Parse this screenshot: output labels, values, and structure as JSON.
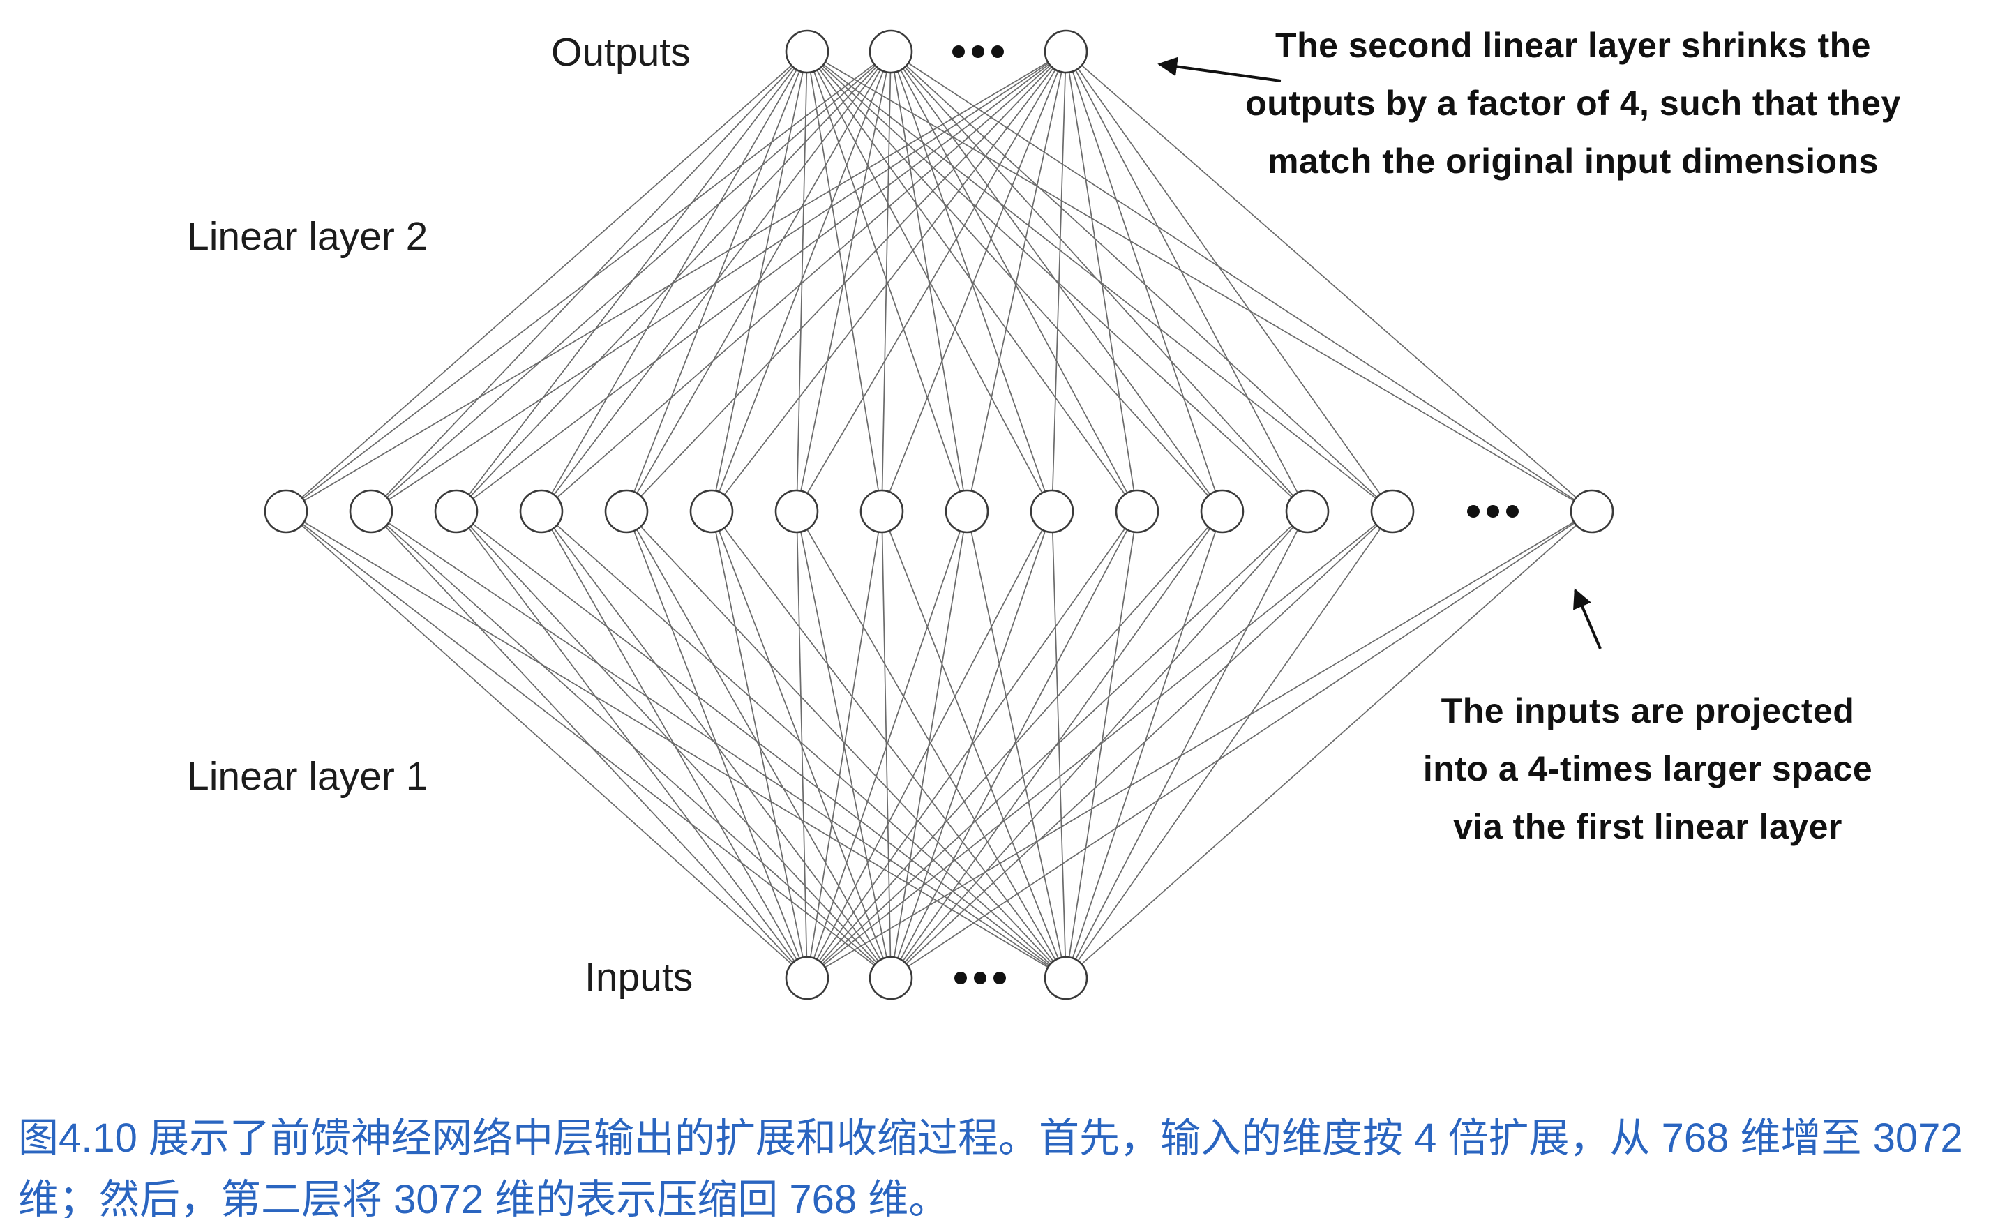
{
  "diagram": {
    "labels": {
      "outputs": "Outputs",
      "inputs": "Inputs",
      "linear_layer_2": "Linear layer 2",
      "linear_layer_1": "Linear layer 1"
    },
    "annotations": {
      "top_right": [
        "The second linear layer shrinks the",
        "outputs by a factor of 4, such that they",
        "match the original input dimensions"
      ],
      "bottom_right": [
        "The inputs are projected",
        "into a 4-times larger space",
        "via the first linear layer"
      ]
    },
    "network": {
      "output_nodes_visible": 3,
      "hidden_nodes_visible": 15,
      "input_nodes_visible": 3,
      "ellipsis": "...",
      "fully_connected": true
    },
    "colors": {
      "edge": "#6b6b6b",
      "node_stroke": "#3a3a3a",
      "node_fill": "#ffffff",
      "annotation_ink": "#111111",
      "caption_text": "#2a65c0"
    }
  },
  "caption": {
    "lines": [
      "图4.10 展示了前馈神经网络中层输出的扩展和收缩过程。首先，输入的维度按 4 倍扩展，从 768 维增至 3072",
      "维；然后，第二层将 3072 维的表示压缩回 768 维。"
    ]
  }
}
